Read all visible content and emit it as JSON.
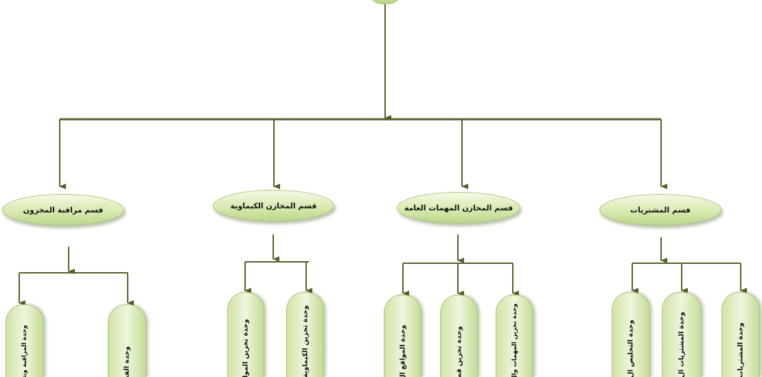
{
  "colors": {
    "line": "#4f6228",
    "box_light": "#f4f9e4",
    "box_dark": "#bcd78c",
    "border": "#a9c47b"
  },
  "departments": [
    {
      "name": "قسم مراقبة المخزون",
      "units": [
        "وحدة المراقبة وتقييم",
        "وحدة الفحص"
      ]
    },
    {
      "name": "قسم  المخازن الكيماوية",
      "units": [
        "وحدة تخزين الموا",
        "وحدة تخزين الكيماوية"
      ]
    },
    {
      "name": "قسم المخازن المهمات العامة",
      "units": [
        "وحدة المواقع ال",
        "وحدة تخزين قط",
        "وحدة تخزين المهمات وال"
      ]
    },
    {
      "name": "قسم المشتريات",
      "units": [
        "وحدة التخليص ال",
        "وحدة المشتريات ال",
        "وحدة المشتريات"
      ]
    }
  ]
}
